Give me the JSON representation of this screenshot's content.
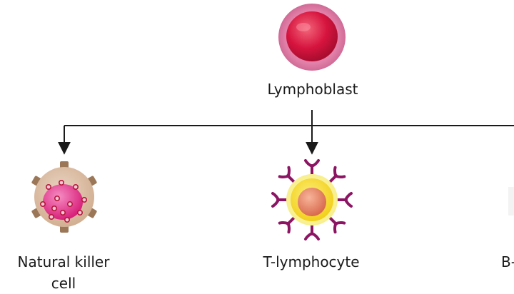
{
  "diagram": {
    "root": {
      "label": "Lymphoblast"
    },
    "children": [
      {
        "label_line1": "Natural killer",
        "label_line2": "cell"
      },
      {
        "label": "T-lymphocyte"
      },
      {
        "label": "B-"
      }
    ]
  },
  "colors": {
    "lymphoblast_outer": "#e27fa8",
    "lymphoblast_nucleus": "#d6143e",
    "nk_body": "#d9bba1",
    "nk_spike": "#9b7758",
    "nk_nucleus": "#e2318a",
    "nk_granule": "#b5163b",
    "t_halo": "#fbf5a0",
    "t_body": "#f6da2a",
    "t_nucleus": "#e88468",
    "t_receptor": "#8c1563",
    "connector": "#1a1a1a"
  }
}
